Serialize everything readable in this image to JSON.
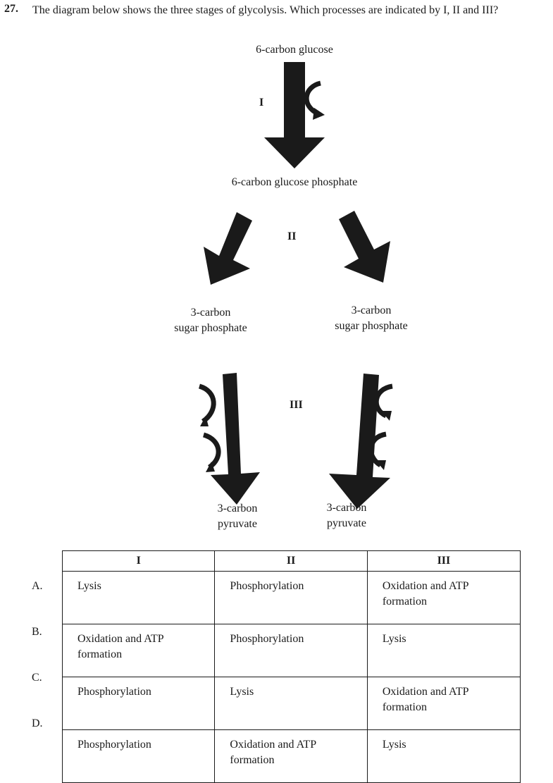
{
  "question": {
    "number": "27.",
    "text": "The diagram below shows the three stages of glycolysis. Which processes are indicated by I, II and III?"
  },
  "diagram": {
    "top_label": "6-carbon glucose",
    "middle_label": "6-carbon glucose phosphate",
    "left_sugar": [
      "3-carbon",
      "sugar phosphate"
    ],
    "right_sugar": [
      "3-carbon",
      "sugar phosphate"
    ],
    "left_pyruvate": [
      "3-carbon",
      "pyruvate"
    ],
    "right_pyruvate": [
      "3-carbon",
      "pyruvate"
    ],
    "stage_labels": [
      "I",
      "II",
      "III"
    ]
  },
  "table": {
    "headers": [
      "I",
      "II",
      "III"
    ],
    "rows": [
      {
        "option": "A.",
        "cells": [
          "Lysis",
          "Phosphorylation",
          "Oxidation and ATP formation"
        ]
      },
      {
        "option": "B.",
        "cells": [
          "Oxidation and ATP formation",
          "Phosphorylation",
          "Lysis"
        ]
      },
      {
        "option": "C.",
        "cells": [
          "Phosphorylation",
          "Lysis",
          "Oxidation and ATP formation"
        ]
      },
      {
        "option": "D.",
        "cells": [
          "Phosphorylation",
          "Oxidation and ATP formation",
          "Lysis"
        ]
      }
    ]
  }
}
